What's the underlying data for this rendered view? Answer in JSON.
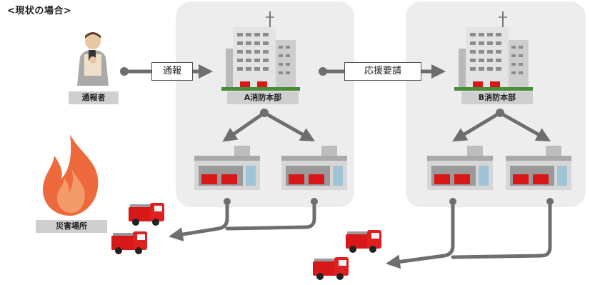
{
  "title": "<現状の場合>",
  "reporter": {
    "label": "通報者"
  },
  "disaster": {
    "label": "災害場所"
  },
  "report_message": "通報",
  "support_message": "応援要請",
  "hq_a": {
    "label": "A消防本部"
  },
  "hq_b": {
    "label": "B消防本部"
  },
  "colors": {
    "panel": "#ededed",
    "arrow": "#6e6e6e",
    "label_bg": "#cfcfcf",
    "fire_truck": "#d81818",
    "flame": "#ee6a3c",
    "building": "#c9c9c9"
  }
}
